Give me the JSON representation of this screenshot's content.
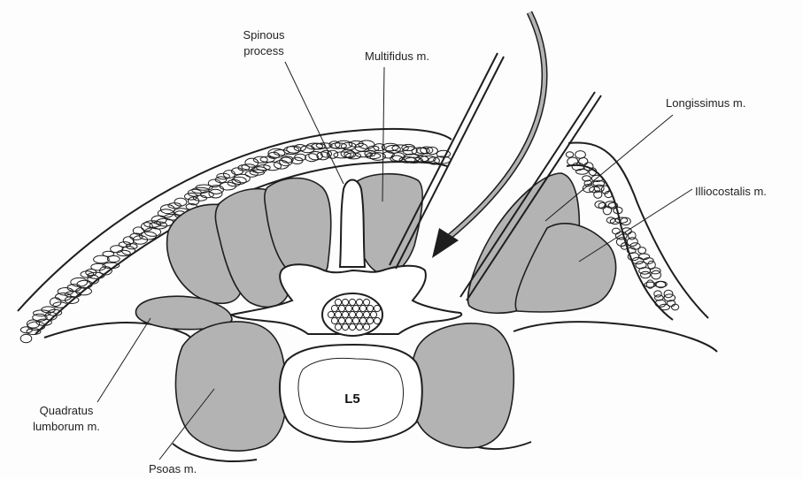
{
  "labels": {
    "spinous_process": [
      "Spinous",
      "process"
    ],
    "multifidus": "Multifidus m.",
    "longissimus": "Longissimus m.",
    "iliocostalis": "Illiocostalis m.",
    "quadratus_lumborum": [
      "Quadratus",
      "lumborum m."
    ],
    "psoas": "Psoas m.",
    "vertebra": "L5"
  },
  "colors": {
    "muscle": "#b3b3b3",
    "line": "#1e1e1e",
    "background": "#fdfdfd"
  }
}
